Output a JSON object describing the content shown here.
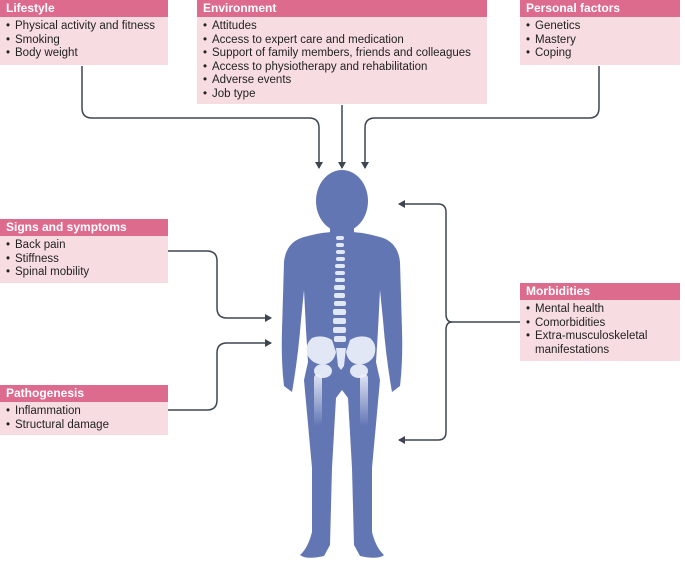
{
  "boxes": {
    "lifestyle": {
      "title": "Lifestyle",
      "items": [
        "Physical activity and fitness",
        "Smoking",
        "Body weight"
      ]
    },
    "environment": {
      "title": "Environment",
      "items": [
        "Attitudes",
        "Access to expert care and medication",
        "Support of family members, friends and colleagues",
        "Access to physiotherapy and rehabilitation",
        "Adverse events",
        "Job type"
      ]
    },
    "personal": {
      "title": "Personal factors",
      "items": [
        "Genetics",
        "Mastery",
        "Coping"
      ]
    },
    "signs": {
      "title": "Signs and symptoms",
      "items": [
        "Back pain",
        "Stiffness",
        "Spinal mobility"
      ]
    },
    "pathogenesis": {
      "title": "Pathogenesis",
      "items": [
        "Inflammation",
        "Structural damage"
      ]
    },
    "morbidities": {
      "title": "Morbidities",
      "items": [
        "Mental health",
        "Comorbidities",
        "Extra-musculoskeletal manifestations"
      ]
    }
  },
  "colors": {
    "header": "#dd6b8d",
    "box_fill": "#f7dde2",
    "body": "#6276b4",
    "arrow": "#3d4650"
  }
}
